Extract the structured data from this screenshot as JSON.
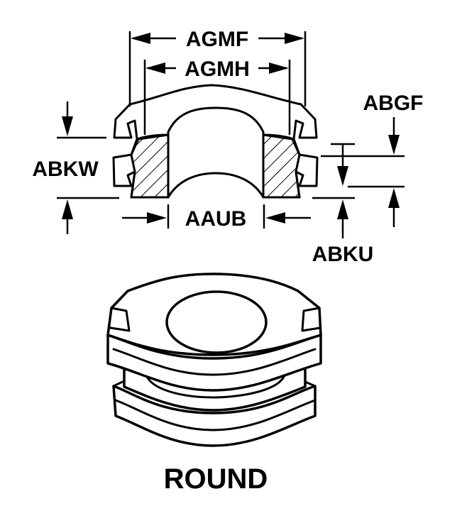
{
  "dimension_labels": {
    "agmf": "AGMF",
    "agmh": "AGMH",
    "abgf": "ABGF",
    "abkw": "ABKW",
    "aaub": "AAUB",
    "abku": "ABKU"
  },
  "shape_label": "ROUND"
}
